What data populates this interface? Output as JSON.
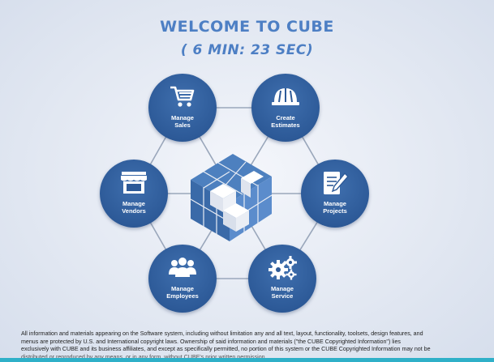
{
  "header": {
    "title": "WELCOME TO CUBE",
    "duration": "( 6 MIN: 23 SEC)"
  },
  "nodes": [
    {
      "label1": "Manage",
      "label2": "Sales",
      "icon": "shopping-cart-icon"
    },
    {
      "label1": "Create",
      "label2": "Estimates",
      "icon": "hard-hat-icon"
    },
    {
      "label1": "Manage",
      "label2": "Projects",
      "icon": "document-pencil-icon"
    },
    {
      "label1": "Manage",
      "label2": "Service",
      "icon": "gears-icon"
    },
    {
      "label1": "Manage",
      "label2": "Employees",
      "icon": "people-icon"
    },
    {
      "label1": "Manage",
      "label2": "Vendors",
      "icon": "storefront-icon"
    }
  ],
  "center_logo": "cube-logo",
  "colors": {
    "title": "#4d7fc4",
    "node": "#2d5a98",
    "connector": "#9aa7bb",
    "bottom_bar": "#2fb0c8"
  },
  "footer": {
    "line1": "All information and materials appearing on the Software system, including without limitation any and all text, layout, functionality, toolsets, design features, and",
    "line2": "menus are protected by U.S. and International copyright laws. Ownership of said information and materials (\"the CUBE Copyrighted Information\") lies",
    "line3": "exclusively with CUBE and its business affiliates, and except as specifically permitted, no portion of this system or the CUBE Copyrighted Information may not be",
    "line4": "distributed or reproduced by any means, or in any form, without CUBE's prior written permission."
  }
}
